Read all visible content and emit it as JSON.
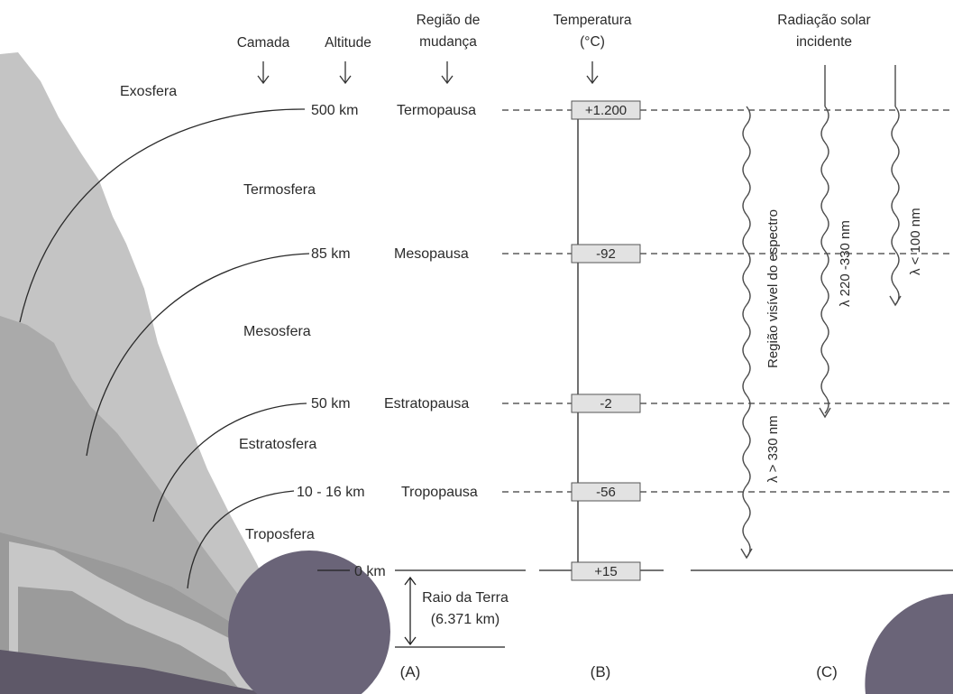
{
  "headers": {
    "layer": "Camada",
    "altitude": "Altitude",
    "change_region_line1": "Região de",
    "change_region_line2": "mudança",
    "temperature_line1": "Temperatura",
    "temperature_line2": "(°C)",
    "radiation_line1": "Radiação solar",
    "radiation_line2": "incidente"
  },
  "layers": [
    "Exosfera",
    "Termosfera",
    "Mesosfera",
    "Estratosfera",
    "Troposfera"
  ],
  "levels": [
    {
      "altitude": "500 km",
      "change": "Termopausa",
      "temperature": "+1.200"
    },
    {
      "altitude": "85 km",
      "change": "Mesopausa",
      "temperature": "-92"
    },
    {
      "altitude": "50 km",
      "change": "Estratopausa",
      "temperature": "-2"
    },
    {
      "altitude": "10 - 16 km",
      "change": "Tropopausa",
      "temperature": "-56"
    },
    {
      "altitude": "0 km",
      "change": "",
      "temperature": "+15"
    }
  ],
  "earth_radius_line1": "Raio da Terra",
  "earth_radius_line2": "(6.371 km)",
  "radiation": {
    "visible_label": "Região visível do espectro",
    "visible_wavelength": "λ > 330 nm",
    "uv_mid": "λ 220 -330 nm",
    "uv_short": "λ < 100 nm"
  },
  "panels": [
    "(A)",
    "(B)",
    "(C)"
  ],
  "colors": {
    "mountain_light": "#bdbdbd",
    "mountain_mid": "#a9a9a9",
    "earth": "#6a6478",
    "temp_box": "#e2e2e2"
  }
}
